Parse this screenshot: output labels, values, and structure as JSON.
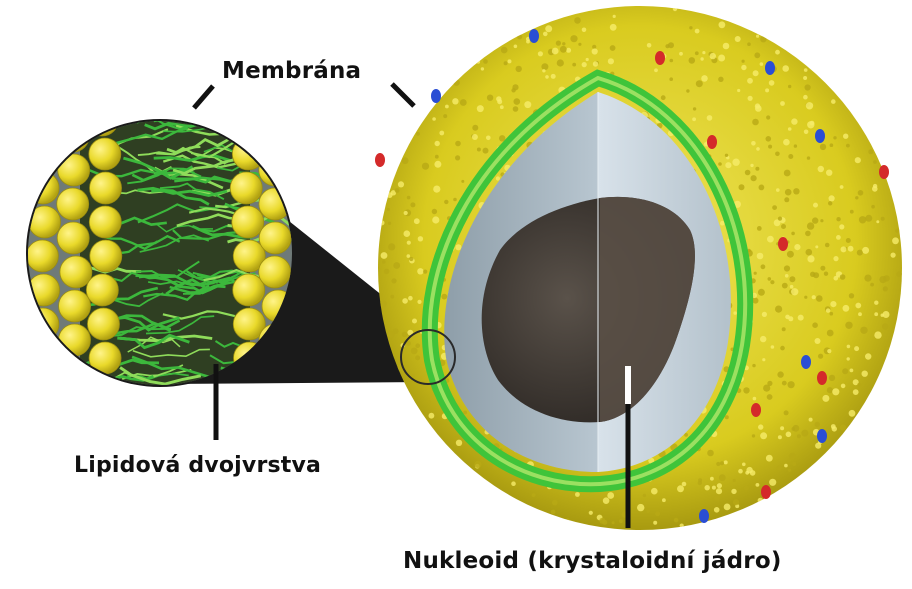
{
  "labels": {
    "membrane": "Membrána",
    "lipid_bilayer": "Lipidová dvojvrstva",
    "nucleoid": "Nukleoid (krystaloidní jádro)"
  },
  "colors": {
    "lipid_heads": "#e3d52a",
    "lipid_tails": "#3cb83c",
    "membrane_ring": "#4ccf3a",
    "capsid_shell": "#b9c6d0",
    "nucleoid_core": "#4a433b",
    "protein_red": "#d42a2a",
    "protein_blue": "#2a4ed4"
  }
}
